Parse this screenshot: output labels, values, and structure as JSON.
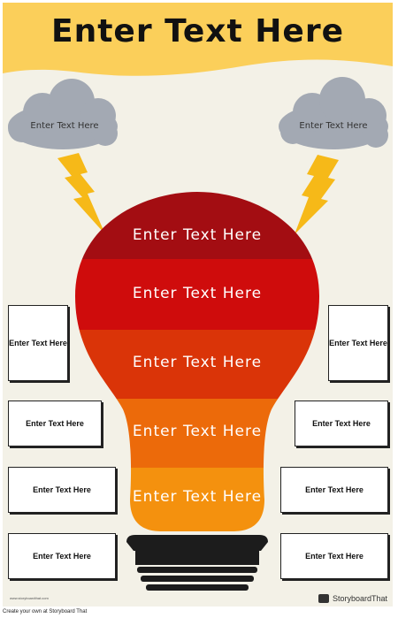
{
  "title": "Enter Text Here",
  "clouds": {
    "left": "Enter Text Here",
    "right": "Enter Text Here"
  },
  "bulb_bands": [
    "Enter Text Here",
    "Enter Text Here",
    "Enter Text Here",
    "Enter Text Here",
    "Enter Text Here"
  ],
  "left_boxes": [
    "Enter Text Here",
    "Enter Text Here",
    "Enter Text Here",
    "Enter Text Here"
  ],
  "right_boxes": [
    "Enter Text Here",
    "Enter Text Here",
    "Enter Text Here",
    "Enter Text Here"
  ],
  "watermark_small": "www.storyboardthat.com",
  "logo_text": "StoryboardThat",
  "footer": "Create your own at Storyboard That",
  "colors": {
    "banner": "#fbcf5a",
    "background": "#f3f1e7",
    "cloud": "#a3a9b3",
    "lightning": "#f6b918",
    "band_1": "#a30d12",
    "band_2": "#cf0c0c",
    "band_3": "#da3408",
    "band_4": "#ec6a0a",
    "band_5": "#f4910e",
    "base": "#1c1c1c"
  }
}
